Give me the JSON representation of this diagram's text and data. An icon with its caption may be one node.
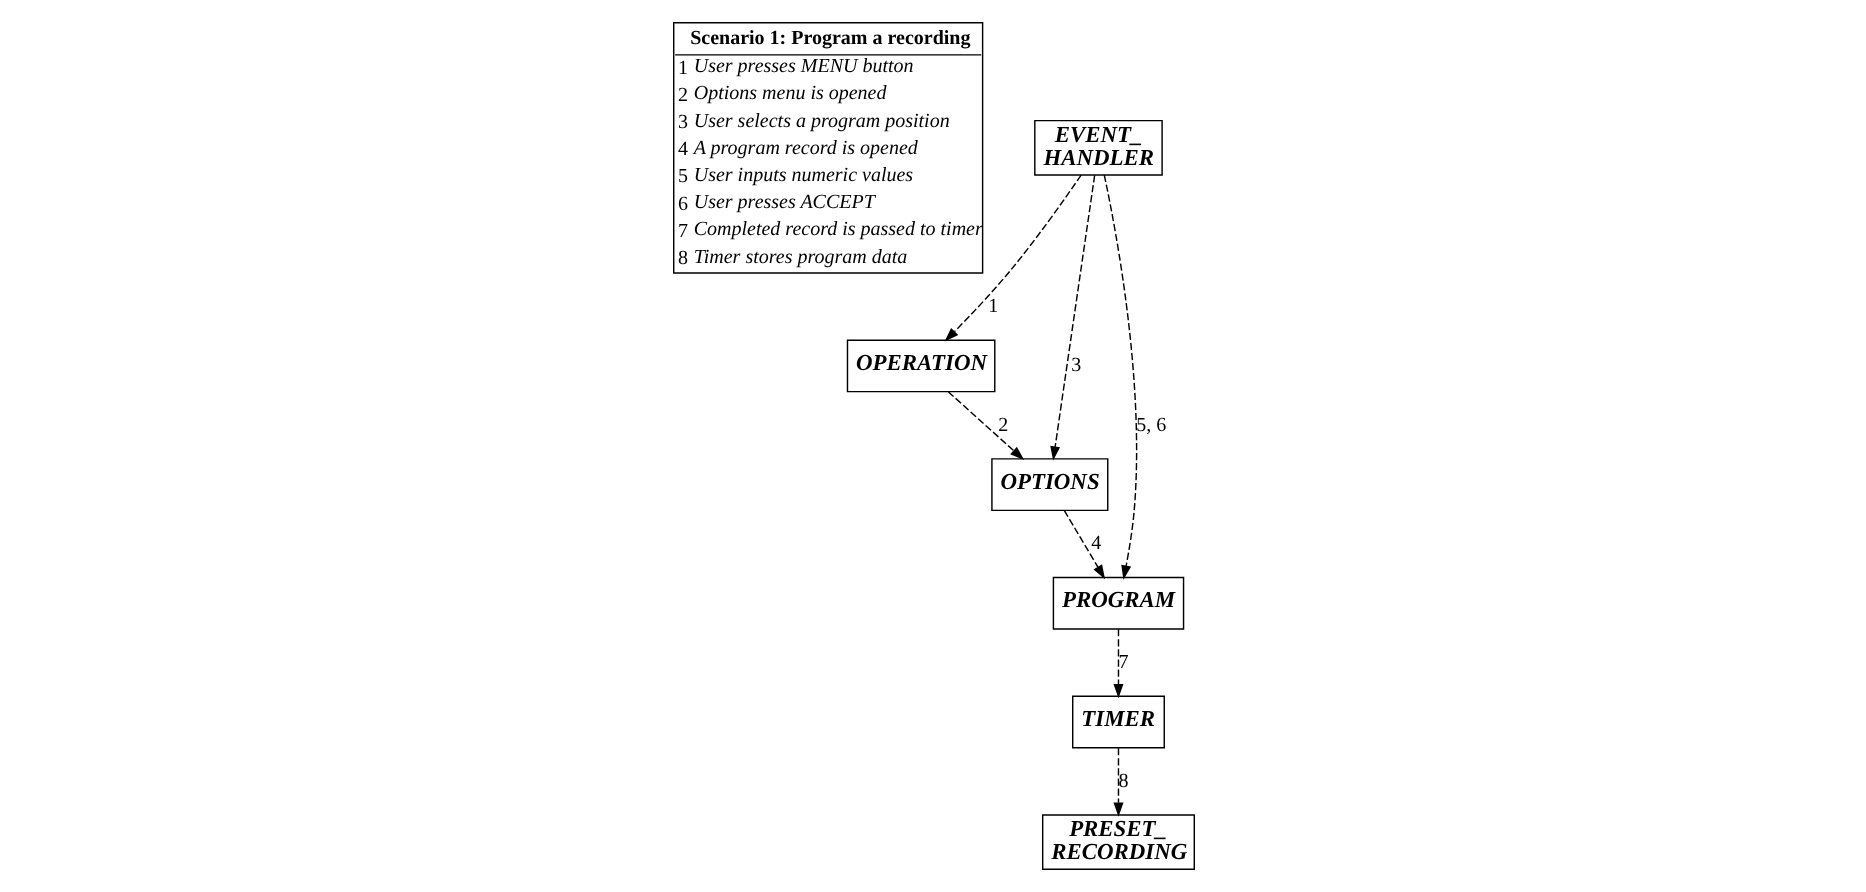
{
  "diagram": {
    "nodes": [
      {
        "text": [
          "Scenario 1: Program a recording",
          "1",
          "User presses MENU button",
          "2",
          "Options menu is opened",
          "3",
          "User selects a program position",
          "4",
          "A program record is opened",
          "5",
          "User inputs numeric values",
          "6",
          "User presses ACCEPT",
          "7",
          "Completed record is passed to timer",
          "8",
          "Timer stores program data"
        ]
      },
      {
        "text": [
          "OPERATION"
        ]
      },
      {
        "text": [
          "EVENT_ HANDLER"
        ]
      },
      {
        "text": [
          "OPTIONS"
        ]
      },
      {
        "text": [
          "PROGRAM"
        ]
      },
      {
        "text": [
          "TIMER"
        ]
      },
      {
        "text": [
          "PRESET_ RECORDING"
        ]
      }
    ],
    "edges": [
      {
        "from": 2,
        "to": 1,
        "arrow": "to",
        "label": "1",
        "style": "dashed"
      },
      {
        "from": 1,
        "to": 3,
        "arrow": "to",
        "label": "2",
        "style": "dashed"
      },
      {
        "from": 2,
        "to": 3,
        "arrow": "to",
        "label": "3",
        "style": "dashed"
      },
      {
        "from": 3,
        "to": 4,
        "arrow": "to",
        "label": "4",
        "style": "dashed"
      },
      {
        "from": 2,
        "to": 4,
        "arrow": "to",
        "label": "5, 6",
        "style": "dashed"
      },
      {
        "from": 4,
        "to": 5,
        "arrow": "to",
        "label": "7",
        "style": "dashed"
      },
      {
        "from": 5,
        "to": 6,
        "arrow": "to",
        "label": "8",
        "style": "dashed"
      }
    ]
  }
}
